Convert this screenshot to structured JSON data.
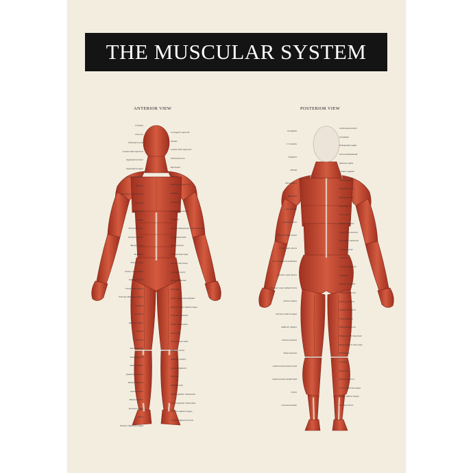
{
  "poster": {
    "title": "THE MUSCULAR SYSTEM",
    "colors": {
      "background": "#f3ede0",
      "title_bar": "#141414",
      "muscle": "#c0452f",
      "tendon": "#e8dccd"
    }
  },
  "anterior": {
    "heading": "ANTERIOR VIEW",
    "left_labels": [
      "Frontalis",
      "Procerus",
      "Orbicularis oculi",
      "Levator labii superioris",
      "Zygomaticus minor",
      "Zygomaticus major",
      "Levator anguli oris",
      "Risorius",
      "Depressor labii inferioris",
      "Platysma",
      "Sternohyoid",
      "Deltoid",
      "Pectoralis major",
      "Serratus anterior",
      "Biceps brachii",
      "Brachialis",
      "Pronator teres",
      "Flexor carpi radialis",
      "Palmaris longus",
      "Flexor carpi ulnaris",
      "External abdominal oblique",
      "Iliopsoas",
      "Pectineus",
      "Adductor longus",
      "Gracilis",
      "Sartorius",
      "Rectus femoris",
      "Vastus lateralis",
      "Vastus medialis",
      "Quadriceps femoris",
      "Patellar ligament",
      "Gastrocnemius",
      "Tibialis anterior",
      "Peroneus longus",
      "Soleus",
      "Extensor digitorum longus"
    ],
    "right_labels": [
      "Corrugator supercilii",
      "Nasalis",
      "Levator labii superioris",
      "Orbicularis oris",
      "Buccinator",
      "Masseter",
      "Depressor anguli oris",
      "Mentalis",
      "Omohyoid",
      "Sternocleidomastoid",
      "Trapezius",
      "Sternocleidomastoid - Clavicular head",
      "Coracobrachialis",
      "Biceps brachii",
      "External intercostal",
      "Internal intercostal",
      "Latissimus dorsi",
      "Rectus abdominis",
      "Brachialis",
      "Flexor digitorum profundus",
      "Extensor carpi radialis longus",
      "Pronator quadratus",
      "Flexor retinaculum",
      "Linea alba",
      "Tensor fasciae latae",
      "Adductor brevis",
      "Adductor pollicis",
      "Inguinal ligament",
      "Sartorius",
      "Iliotibial tract",
      "Medial patellar retinaculum",
      "Lateral patellar retinaculum",
      "Extensor hallucis longus",
      "Extensor digitorum brevis"
    ]
  },
  "posterior": {
    "heading": "POSTERIOR VIEW",
    "left_labels": [
      "Occipitalis",
      "C7 vertebra",
      "Trapezius",
      "Deltoid",
      "Infraspinatus",
      "Brachialis",
      "T12 vertebra",
      "Latissimus dorsi",
      "Thoracolumbar fascia",
      "Flexor carpi ulnaris",
      "Flexor digitorum profundus",
      "Extensor carpi ulnaris",
      "Extensor carpi radialis brevis",
      "Gluteus medius",
      "Extensor pollicis longus",
      "Adductor magnus",
      "Gluteus maximus",
      "Vastus lateralis",
      "Gastrocnemius lateral head",
      "Gastrocnemius medial head",
      "Soleus",
      "Calcaneal tendon"
    ],
    "right_labels": [
      "Galea aponeurotica",
      "Occipitalis",
      "Semispinalis capitis",
      "Sternocleidomastoid",
      "Splenius capitis",
      "Levator scapulae",
      "Supraspinatus",
      "Rhomboid minor",
      "Rhomboid major",
      "Teres minor",
      "Teres major",
      "Spinalis thoracis",
      "Longissimus thoracis",
      "Iliocostalis lumborum",
      "Triceps brachii",
      "Anconeus",
      "Extensor digitorum",
      "Piriformis",
      "Superior gemellus",
      "Obturator internus",
      "Inferior gemellus",
      "Quadratus femoris",
      "Semitendinosus",
      "Semimembranosus",
      "Biceps femoris long head",
      "Biceps femoris short head",
      "Hamstrings",
      "Plantaris",
      "Popliteus",
      "Tibialis posterior",
      "Flexor digitorum longus",
      "Flexor hallucis longus",
      "Peroneus brevis"
    ]
  }
}
